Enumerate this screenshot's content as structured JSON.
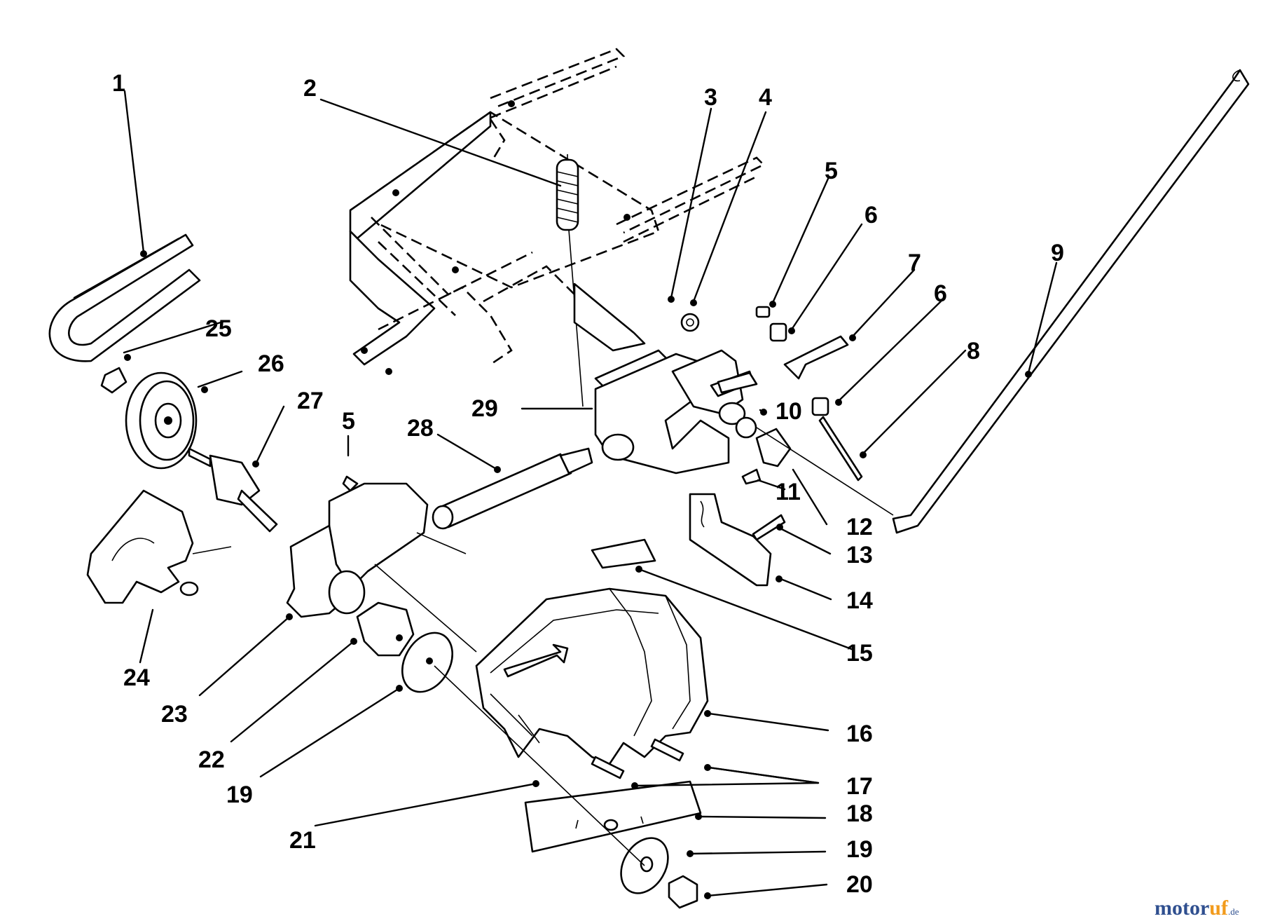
{
  "callouts": [
    {
      "id": "c1",
      "text": "1"
    },
    {
      "id": "c2",
      "text": "2"
    },
    {
      "id": "c3",
      "text": "3"
    },
    {
      "id": "c4",
      "text": "4"
    },
    {
      "id": "c5a",
      "text": "5"
    },
    {
      "id": "c6a",
      "text": "6"
    },
    {
      "id": "c7",
      "text": "7"
    },
    {
      "id": "c6b",
      "text": "6"
    },
    {
      "id": "c8",
      "text": "8"
    },
    {
      "id": "c9",
      "text": "9"
    },
    {
      "id": "c10",
      "text": "10"
    },
    {
      "id": "c11",
      "text": "11"
    },
    {
      "id": "c12",
      "text": "12"
    },
    {
      "id": "c13",
      "text": "13"
    },
    {
      "id": "c14",
      "text": "14"
    },
    {
      "id": "c15",
      "text": "15"
    },
    {
      "id": "c16",
      "text": "16"
    },
    {
      "id": "c17",
      "text": "17"
    },
    {
      "id": "c18",
      "text": "18"
    },
    {
      "id": "c19b",
      "text": "19"
    },
    {
      "id": "c20",
      "text": "20"
    },
    {
      "id": "c21",
      "text": "21"
    },
    {
      "id": "c19a",
      "text": "19"
    },
    {
      "id": "c22",
      "text": "22"
    },
    {
      "id": "c23",
      "text": "23"
    },
    {
      "id": "c24",
      "text": "24"
    },
    {
      "id": "c25",
      "text": "25"
    },
    {
      "id": "c26",
      "text": "26"
    },
    {
      "id": "c27",
      "text": "27"
    },
    {
      "id": "c5b",
      "text": "5"
    },
    {
      "id": "c28",
      "text": "28"
    },
    {
      "id": "c29",
      "text": "29"
    }
  ],
  "watermark": {
    "main": "motor",
    "accent": "uf",
    "suffix": ".de"
  }
}
